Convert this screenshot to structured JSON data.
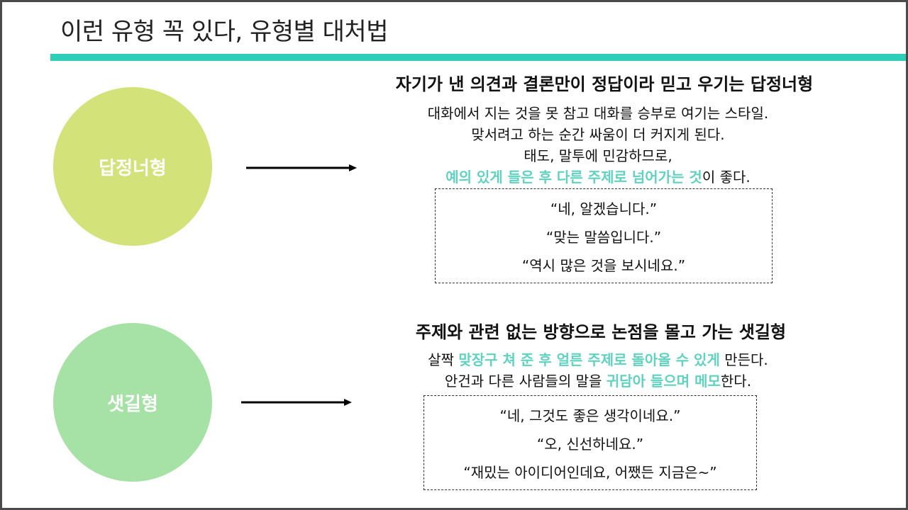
{
  "title": "이런 유형 꼭 있다, 유형별 대처법",
  "colors": {
    "accent_bar": "#2ecfb8",
    "circle_1": "#d4e27a",
    "circle_2": "#a6e1a6",
    "highlight": "#5fd2c0"
  },
  "sections": [
    {
      "circle_label": "답정너형",
      "heading": "자기가 낸 의견과 결론만이 정답이라 믿고 우기는 답정너형",
      "desc_line1": "대화에서 지는 것을 못 참고 대화를 승부로 여기는 스타일.",
      "desc_line2": "맞서려고 하는 순간 싸움이 더 커지게 된다.",
      "desc_line3": "태도, 말투에 민감하므로,",
      "desc_line4_highlight": "예의 있게 들은 후 다른 주제로 넘어가는 것",
      "desc_line4_rest": "이 좋다.",
      "quotes": [
        "“네, 알겠습니다.”",
        "“맞는 말씀입니다.”",
        "“역시 많은 것을 보시네요.”"
      ]
    },
    {
      "circle_label": "샛길형",
      "heading": "주제와 관련 없는 방향으로 논점을 몰고 가는 샛길형",
      "desc_line1_pre": "살짝 ",
      "desc_line1_highlight": "맞장구 쳐 준 후 얼른 주제로 돌아올 수 있게",
      "desc_line1_post": " 만든다.",
      "desc_line2_pre": "안건과 다른 사람들의 말을 ",
      "desc_line2_highlight": "귀담아 들으며 메모",
      "desc_line2_post": "한다.",
      "quotes": [
        "“네, 그것도 좋은 생각이네요.”",
        "“오, 신선하네요.”",
        "“재밌는 아이디어인데요, 어쨌든 지금은~”"
      ]
    }
  ]
}
